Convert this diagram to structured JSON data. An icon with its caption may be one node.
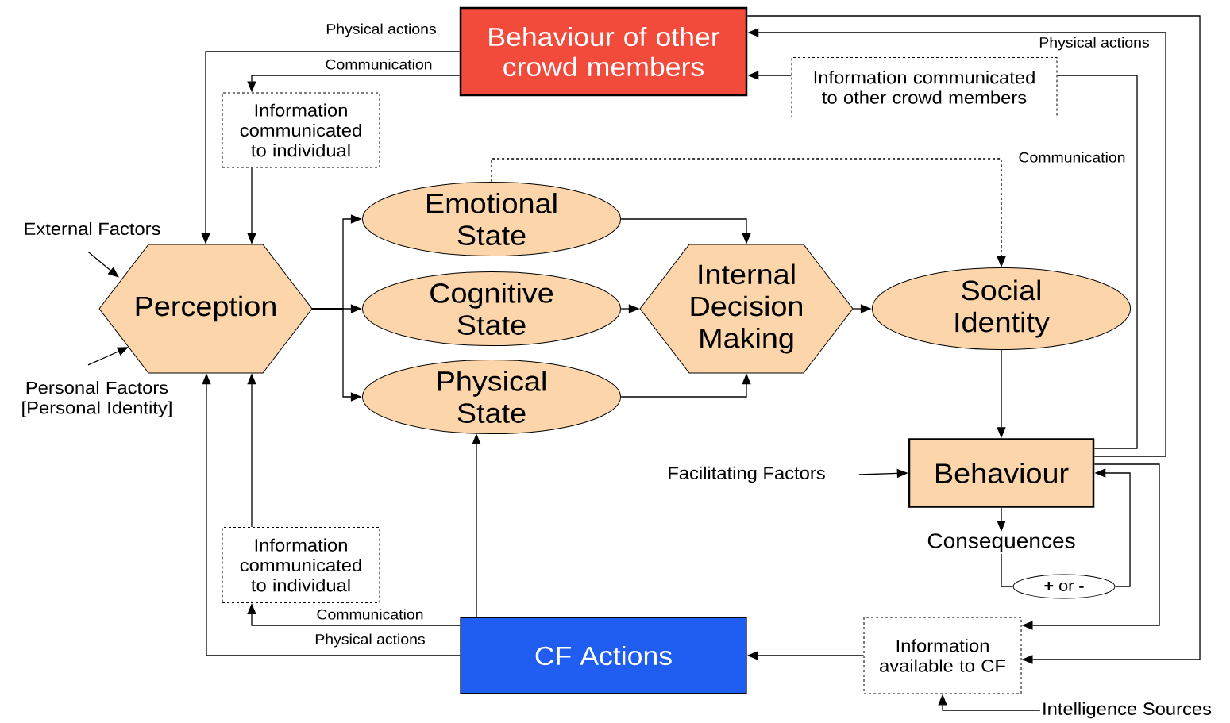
{
  "diagram": {
    "nodes": [
      {
        "text": [
          "Behaviour of other crowd members"
        ]
      },
      {
        "text": [
          "Information communicated to individual"
        ]
      },
      {
        "text": [
          "Information communicated to other crowd members"
        ]
      },
      {
        "text": [
          "Perception"
        ]
      },
      {
        "text": [
          "Emotional State"
        ]
      },
      {
        "text": [
          "Cognitive State"
        ]
      },
      {
        "text": [
          "Physical State"
        ]
      },
      {
        "text": [
          "Internal Decision Making"
        ]
      },
      {
        "text": [
          "Social Identity"
        ]
      },
      {
        "text": [
          "Behaviour"
        ]
      },
      {
        "text": [
          "Consequences"
        ]
      },
      {
        "text": [
          "**+** or **-**"
        ]
      },
      {
        "text": [
          "Information communicated to individual"
        ]
      },
      {
        "text": [
          "CF Actions"
        ]
      },
      {
        "text": [
          "Information available to CF"
        ]
      },
      {
        "text": [
          "External Factors"
        ]
      },
      {
        "text": [
          "Personal Factors [Personal Identity]"
        ]
      },
      {
        "text": [
          "Facilitating Factors"
        ]
      },
      {
        "text": [
          "Intelligence Sources"
        ]
      }
    ],
    "edges": [
      {
        "from": 0,
        "to": 3,
        "arrow": "to",
        "label": "Physical actions"
      },
      {
        "from": 0,
        "to": 1,
        "arrow": "to",
        "label": "Communication"
      },
      {
        "from": 1,
        "to": 3,
        "arrow": "to"
      },
      {
        "from": 3,
        "to": 4,
        "arrow": "to"
      },
      {
        "from": 3,
        "to": 5,
        "arrow": "to"
      },
      {
        "from": 3,
        "to": 6,
        "arrow": "to"
      },
      {
        "from": 4,
        "to": 7,
        "arrow": "to"
      },
      {
        "from": 5,
        "to": 7,
        "arrow": "to"
      },
      {
        "from": 6,
        "to": 7,
        "arrow": "to"
      },
      {
        "from": 4,
        "to": 8,
        "arrow": "to",
        "style": "dashed"
      },
      {
        "from": 7,
        "to": 8,
        "arrow": "to"
      },
      {
        "from": 8,
        "to": 9,
        "arrow": "to"
      },
      {
        "from": 9,
        "to": 10,
        "arrow": "to"
      },
      {
        "from": 10,
        "to": 11,
        "arrow": "none"
      },
      {
        "from": 11,
        "to": 9,
        "arrow": "to"
      },
      {
        "from": 9,
        "to": 0,
        "arrow": "to",
        "label": "Physical actions"
      },
      {
        "from": 9,
        "to": 2,
        "arrow": "none",
        "label": "Communication"
      },
      {
        "from": 2,
        "to": 0,
        "arrow": "to"
      },
      {
        "from": 0,
        "to": 14,
        "arrow": "to"
      },
      {
        "from": 9,
        "to": 14,
        "arrow": "to"
      },
      {
        "from": 14,
        "to": 13,
        "arrow": "to"
      },
      {
        "from": 13,
        "to": 6,
        "arrow": "to"
      },
      {
        "from": 13,
        "to": 12,
        "arrow": "to",
        "label": "Communication"
      },
      {
        "from": 13,
        "to": 3,
        "arrow": "to",
        "label": "Physical actions"
      },
      {
        "from": 12,
        "to": 3,
        "arrow": "to"
      },
      {
        "from": 15,
        "to": 3,
        "arrow": "to"
      },
      {
        "from": 16,
        "to": 3,
        "arrow": "to"
      },
      {
        "from": 17,
        "to": 9,
        "arrow": "to"
      },
      {
        "from": 18,
        "to": 14,
        "arrow": "to"
      }
    ]
  }
}
